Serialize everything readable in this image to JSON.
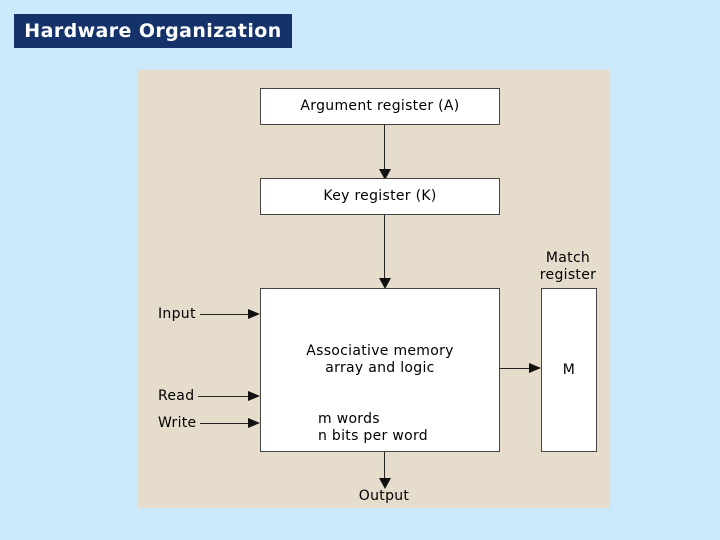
{
  "slide": {
    "title": "Hardware Organization"
  },
  "diagram": {
    "argument_register": "Argument register (A)",
    "key_register": "Key register (K)",
    "match_register_label_line1": "Match",
    "match_register_label_line2": "register",
    "match_register_content": "M",
    "memory_line1": "Associative memory",
    "memory_line2": "array and logic",
    "memory_line3": "m words",
    "memory_line4": "n bits per word",
    "input_label": "Input",
    "read_label": "Read",
    "write_label": "Write",
    "output_label": "Output"
  }
}
